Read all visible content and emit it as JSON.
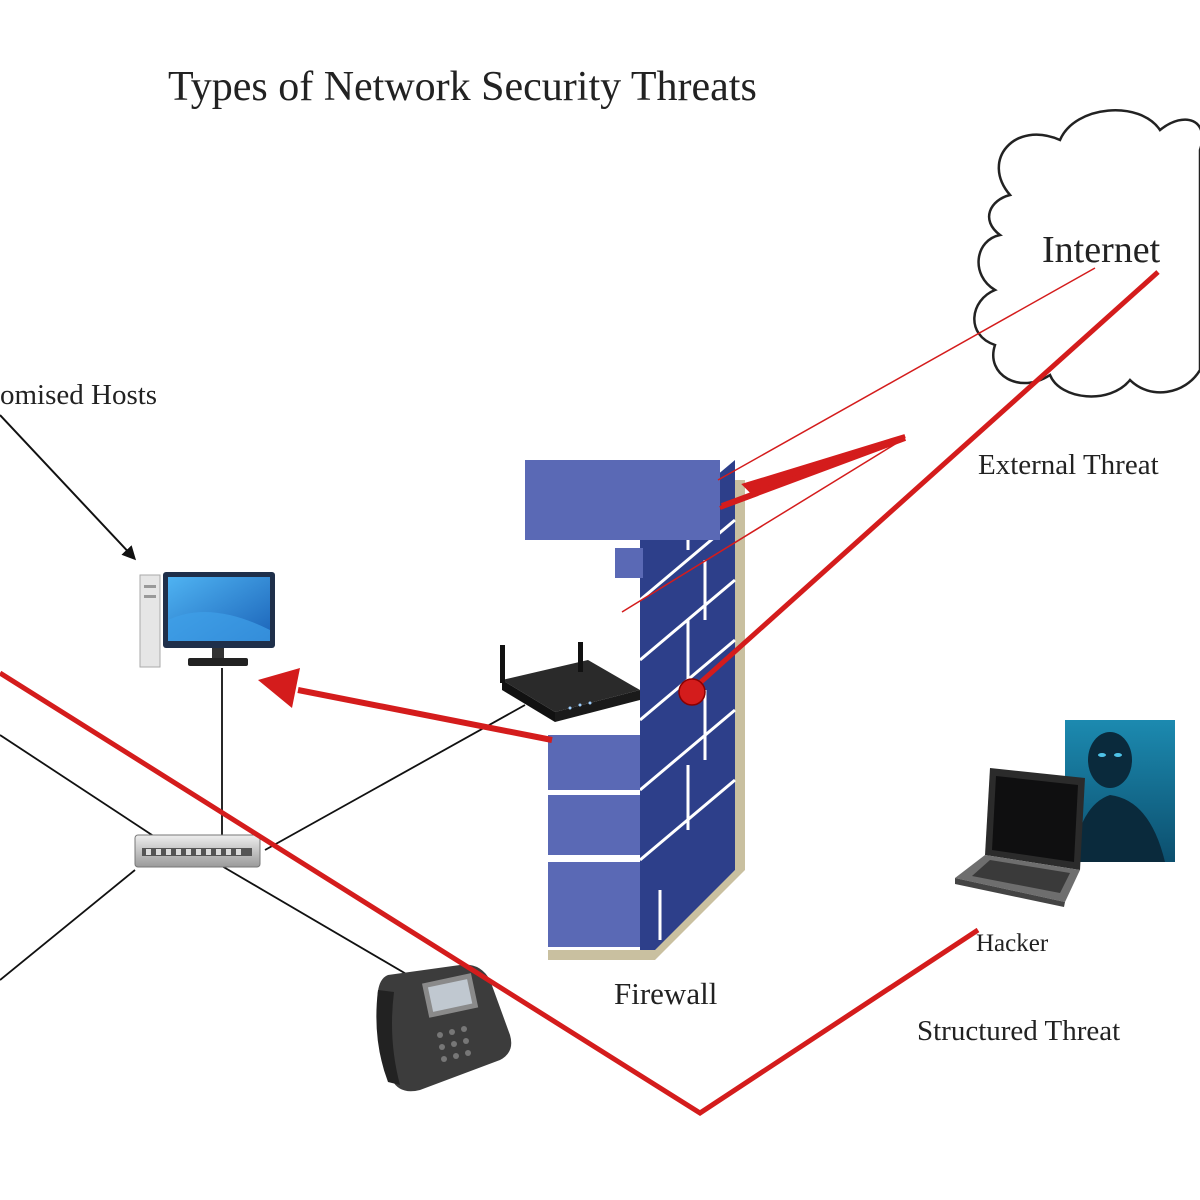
{
  "diagram": {
    "title": "Types of Network Security Threats",
    "labels": {
      "internet": "Internet",
      "external_threat": "External Threat",
      "compromised_hosts": "omised Hosts",
      "firewall": "Firewall",
      "hacker": "Hacker",
      "structured_threat": "Structured Threat"
    },
    "colors": {
      "threat": "#d41c1c",
      "link": "#111111",
      "firewall_face": "#5a69b5",
      "firewall_side": "#2d3f8a",
      "firewall_shadow": "#c9c0a0",
      "monitor": "#2a89d8"
    },
    "icons": [
      "cloud-icon",
      "desktop-computer-icon",
      "router-icon",
      "switch-icon",
      "ip-phone-icon",
      "laptop-icon",
      "hacker-silhouette-icon",
      "firewall-icon"
    ]
  }
}
